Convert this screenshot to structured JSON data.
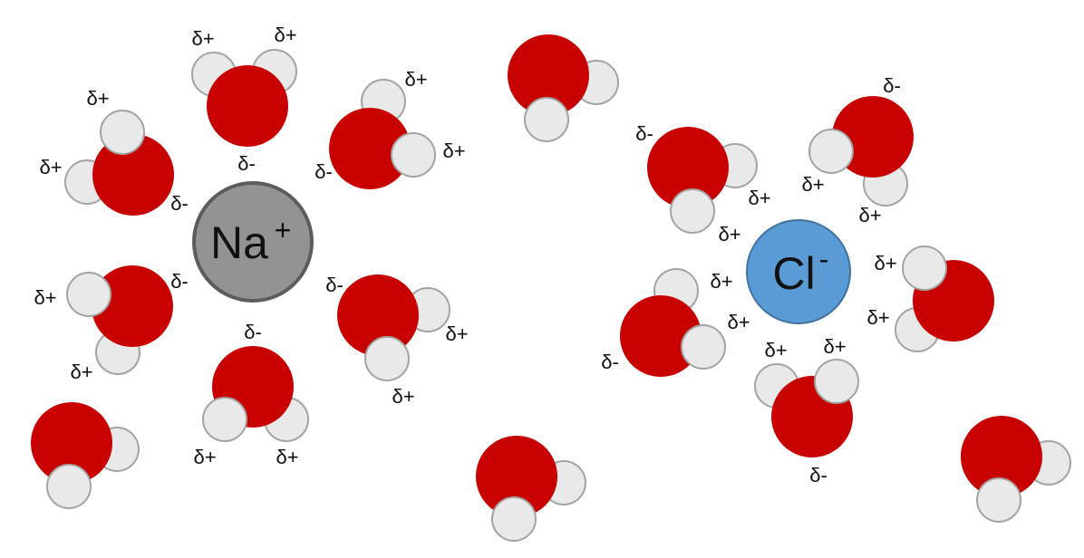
{
  "colors": {
    "oxygen": "#c80000",
    "hydrogen": "#e9e9e9",
    "hydrogen_outline": "#a3a3a3",
    "sodium": "#939393",
    "sodium_outline": "#5c5c5c",
    "chloride": "#5b9bd5",
    "chloride_outline": "#41729f"
  },
  "ions": {
    "sodium": {
      "symbol": "Na",
      "charge": "+"
    },
    "chloride": {
      "symbol": "Cl",
      "charge": "-"
    }
  },
  "partial_charges": {
    "positive": "δ+",
    "negative": "δ-"
  }
}
